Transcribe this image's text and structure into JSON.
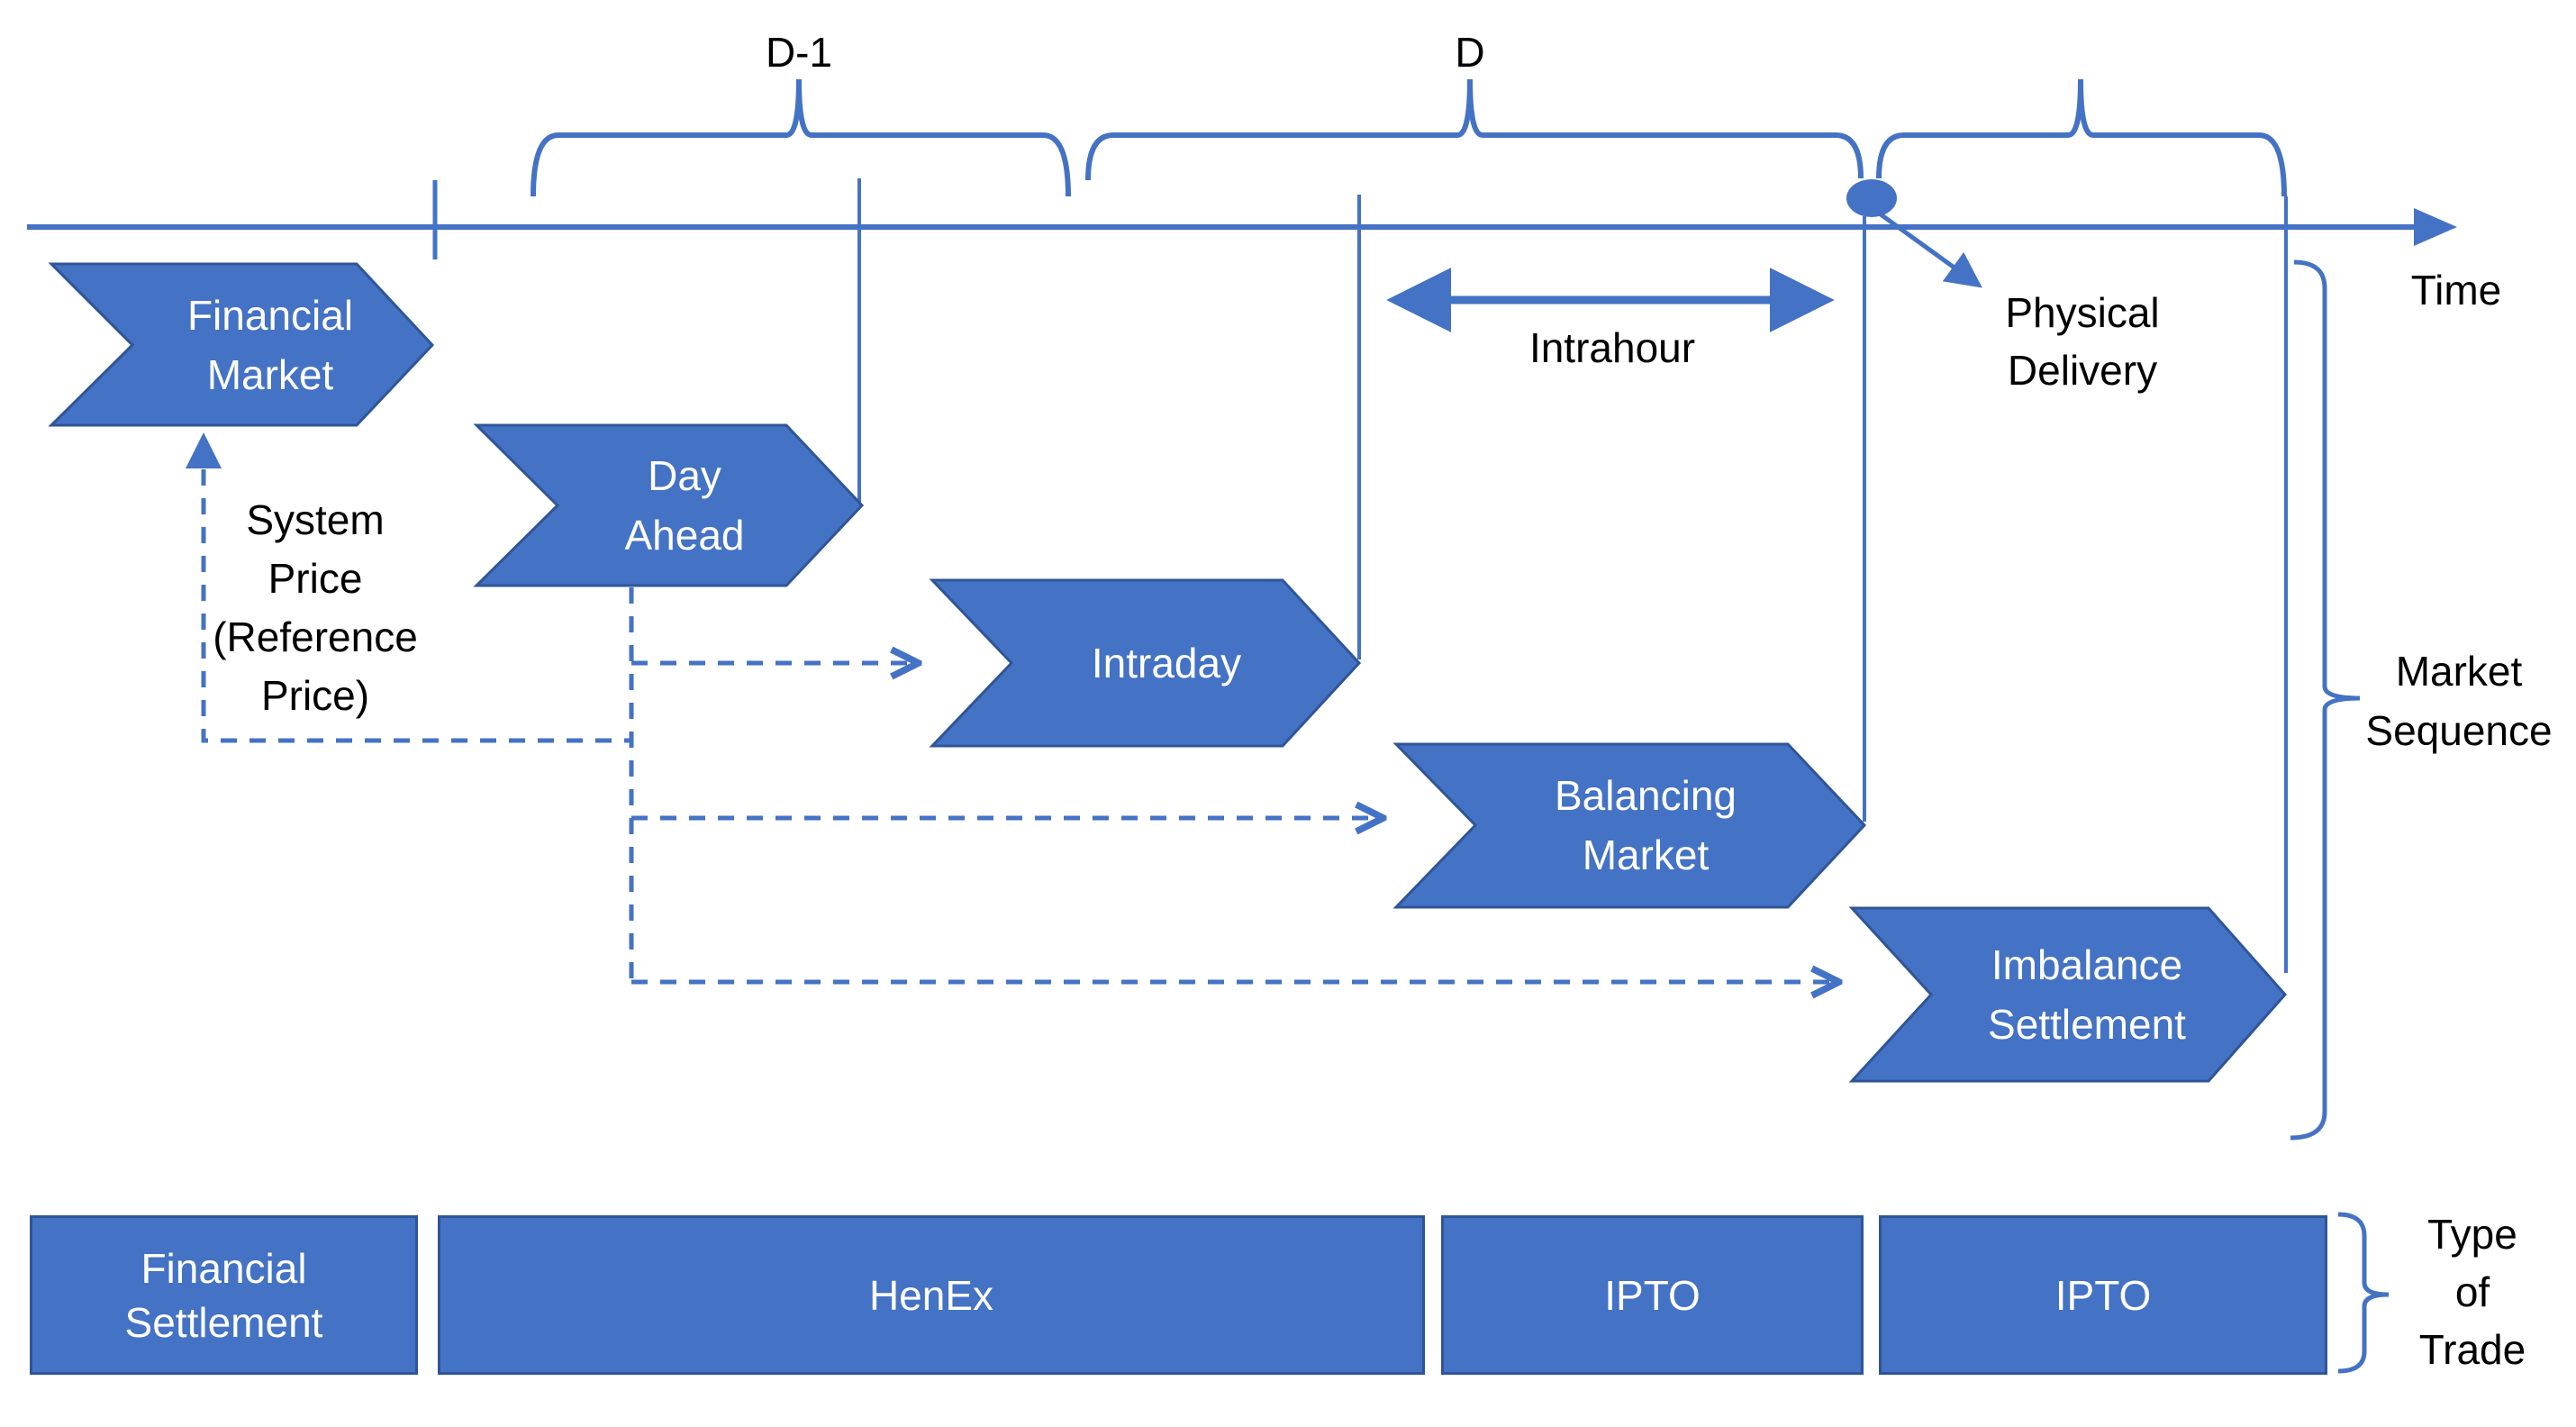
{
  "colors": {
    "accent": "#4472C4",
    "shape_fill": "#4472C4",
    "shape_border": "#2F5597",
    "text_dark": "#000000",
    "text_light": "#FFFFFF"
  },
  "timeline": {
    "axis_label": "Time",
    "period_labels": {
      "day_minus_1": "D-1",
      "day": "D"
    },
    "intrahour_label": "Intrahour",
    "physical_delivery_label": "Physical\nDelivery"
  },
  "market_sequence": {
    "bracket_label": "Market\nSequence",
    "feedback_label": "System\nPrice\n(Reference\nPrice)",
    "stages": [
      {
        "label": "Financial\nMarket"
      },
      {
        "label": "Day\nAhead"
      },
      {
        "label": "Intraday"
      },
      {
        "label": "Balancing\nMarket"
      },
      {
        "label": "Imbalance\nSettlement"
      }
    ]
  },
  "type_of_trade": {
    "bracket_label": "Type\nof\nTrade",
    "boxes": [
      {
        "label": "Financial\nSettlement"
      },
      {
        "label": "HenEx"
      },
      {
        "label": "IPTO"
      },
      {
        "label": "IPTO"
      }
    ]
  }
}
